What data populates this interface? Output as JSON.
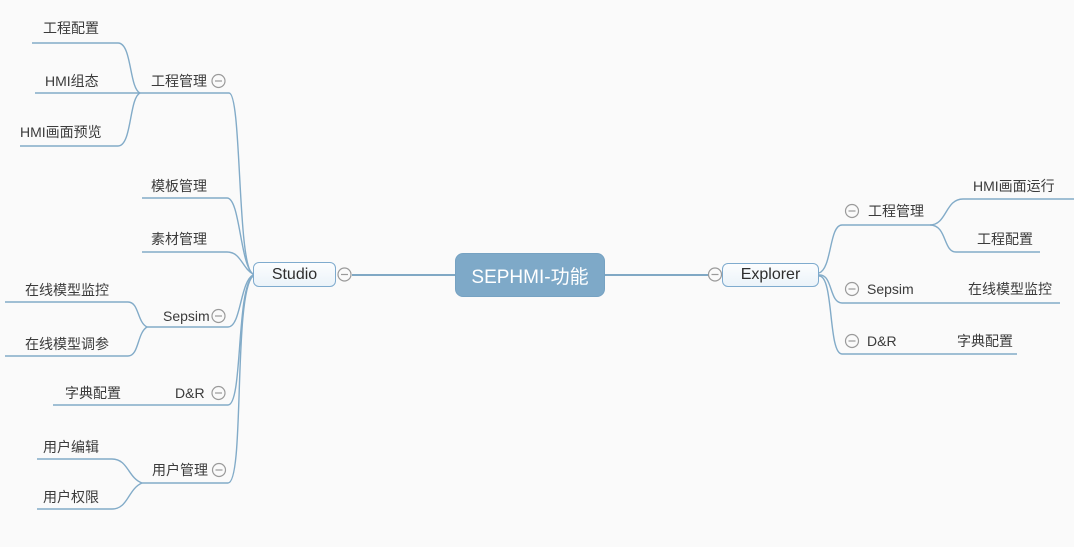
{
  "mindmap": {
    "root": {
      "label": "SEPHMI-功能"
    },
    "studio": {
      "label": "Studio",
      "children": [
        {
          "label": "工程管理",
          "collapsed_icon": "minus-circle",
          "children": [
            "工程配置",
            "HMI组态",
            "HMI画面预览"
          ]
        },
        {
          "label": "模板管理"
        },
        {
          "label": "素材管理"
        },
        {
          "label": "Sepsim",
          "collapsed_icon": "minus-circle",
          "children": [
            "在线模型监控",
            "在线模型调参"
          ]
        },
        {
          "label": "D&R",
          "collapsed_icon": "minus-circle",
          "children": [
            "字典配置"
          ]
        },
        {
          "label": "用户管理",
          "collapsed_icon": "minus-circle",
          "children": [
            "用户编辑",
            "用户权限"
          ]
        }
      ]
    },
    "explorer": {
      "label": "Explorer",
      "children": [
        {
          "label": "工程管理",
          "collapsed_icon": "minus-circle",
          "children": [
            "HMI画面运行",
            "工程配置"
          ]
        },
        {
          "label": "Sepsim",
          "collapsed_icon": "minus-circle",
          "children": [
            "在线模型监控"
          ]
        },
        {
          "label": "D&R",
          "collapsed_icon": "minus-circle",
          "children": [
            "字典配置"
          ]
        }
      ]
    },
    "theme": {
      "background": "#fafafa",
      "root_fill": "#7ea9c8",
      "root_text": "#ffffff",
      "node_border": "#7fabce",
      "branch_line": "#82abc8",
      "main_line": "#6f9dbd",
      "collapse_icon_color": "#9a9a9a",
      "label_text": "#3b3b3b"
    }
  }
}
